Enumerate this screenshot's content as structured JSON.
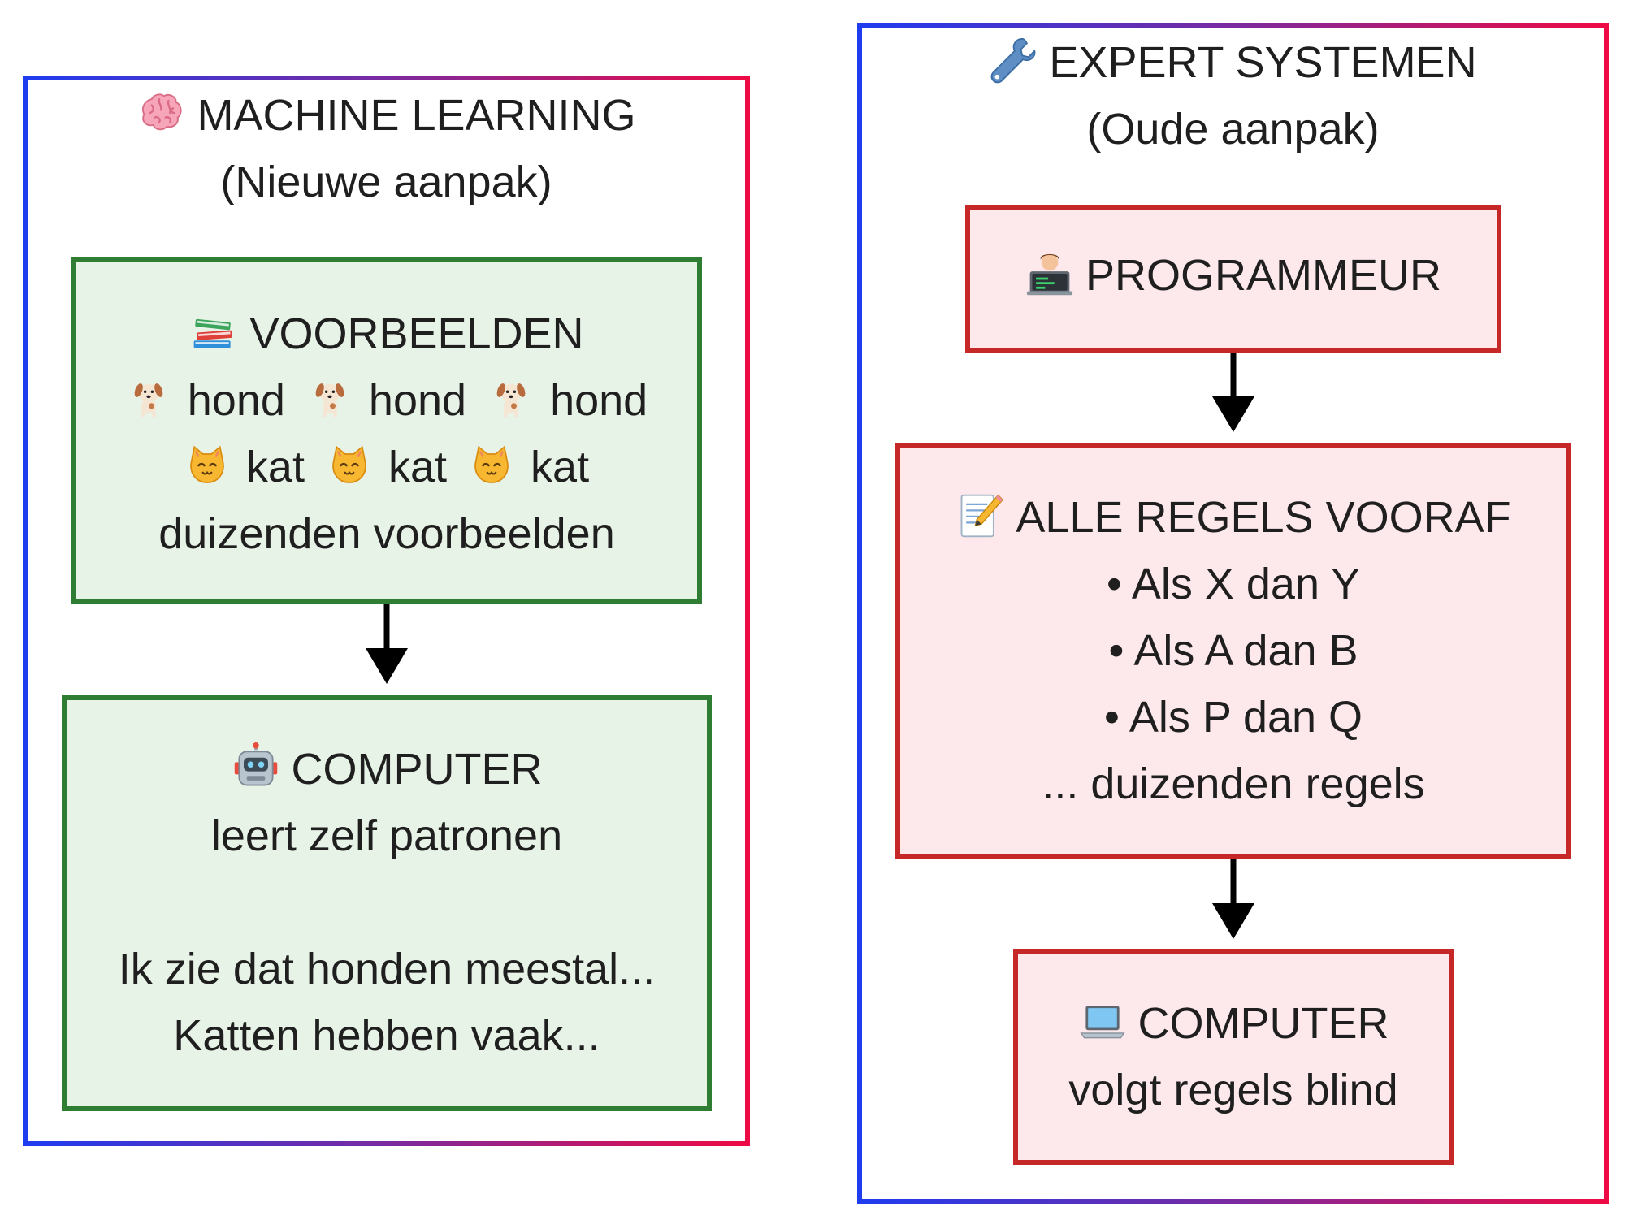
{
  "machine_learning": {
    "title": "MACHINE LEARNING",
    "subtitle": "(Nieuwe aanpak)",
    "title_icon": "brain-icon",
    "examples": {
      "heading": "VOORBEELDEN",
      "heading_icon": "books-icon",
      "dog_word": "hond",
      "dog_icon": "dog-icon",
      "cat_word": "kat",
      "cat_icon": "cat-icon",
      "footer": "duizenden voorbeelden"
    },
    "computer": {
      "heading": "COMPUTER",
      "heading_icon": "robot-icon",
      "subtitle": "leert zelf patronen",
      "line1": "Ik zie dat honden meestal...",
      "line2": "Katten hebben vaak..."
    }
  },
  "expert_systems": {
    "title": "EXPERT SYSTEMEN",
    "subtitle": "(Oude aanpak)",
    "title_icon": "wrench-icon",
    "programmer": {
      "heading": "PROGRAMMEUR",
      "heading_icon": "technologist-icon"
    },
    "rules": {
      "heading": "ALLE REGELS VOORAF",
      "heading_icon": "memo-icon",
      "items": [
        "• Als X dan Y",
        "• Als A dan B",
        "• Als P dan Q"
      ],
      "footer": "... duizenden regels"
    },
    "computer": {
      "heading": "COMPUTER",
      "heading_icon": "laptop-icon",
      "subtitle": "volgt regels blind"
    }
  },
  "colors": {
    "ml_box_fill": "#e8f3e7",
    "ml_box_border": "#2e7d32",
    "es_box_fill": "#fde8ec",
    "es_box_border": "#c62828",
    "panel_gradient_start": "#1e3cf0",
    "panel_gradient_end": "#ef0a43"
  }
}
